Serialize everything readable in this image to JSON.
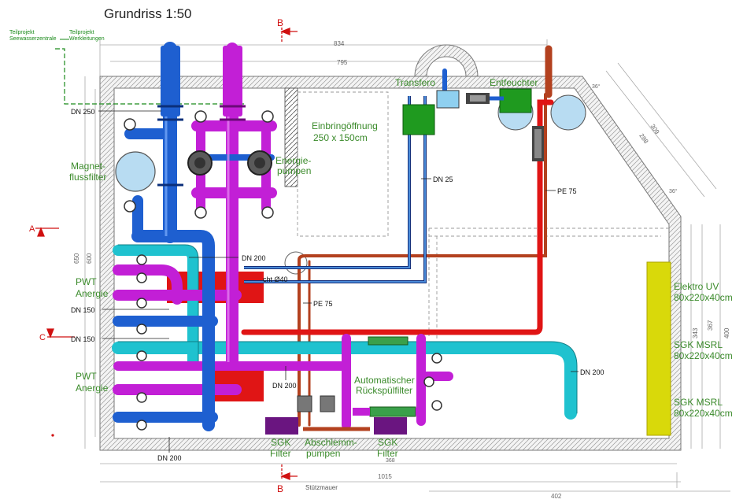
{
  "title": "Grundriss 1:50",
  "teilprojekt_left": [
    "Teilprojekt",
    "Seewasserzentrale"
  ],
  "teilprojekt_right": [
    "Teilprojekt",
    "Werkleitungen"
  ],
  "section_marks": {
    "b_top": "B",
    "b_bottom": "B",
    "a": "A",
    "c": "C"
  },
  "dimensions": {
    "d834": "834",
    "d795": "795",
    "d1015": "1015",
    "d402": "402",
    "d368": "368",
    "d650": "650",
    "d600": "600",
    "d309": "309",
    "d288": "288",
    "d367": "367",
    "d343": "343",
    "d400": "400",
    "ang_top": "36°",
    "ang_bot": "36°"
  },
  "pipe_labels": {
    "dn250": "DN 250",
    "dn200_a": "DN 200",
    "dn150_a": "DN 150",
    "dn150_b": "DN 150",
    "dn200_b": "DN 200",
    "dn200_c": "DN 200",
    "dn200_d": "DN 200",
    "dn25": "DN 25",
    "pe75_a": "PE 75",
    "pe75_b": "PE 75",
    "cht": "cht Ø40"
  },
  "components": {
    "magnet": [
      "Magnet-",
      "flussfilter"
    ],
    "energie": [
      "Energie-",
      "pumpen"
    ],
    "einbring": [
      "Einbringöffnung",
      "250 x 150cm"
    ],
    "transfero": "Transfero",
    "entfeuchter": "Entfeuchter",
    "pwt1": [
      "PWT",
      "Anergie"
    ],
    "pwt2": [
      "PWT",
      "Anergie"
    ],
    "rueck": [
      "Automatischer",
      "Rückspülfilter"
    ],
    "sgk1": [
      "SGK",
      "Filter"
    ],
    "abschlemm": [
      "Abschlemm-",
      "pumpen"
    ],
    "sgk2": [
      "SGK",
      "Filter"
    ],
    "elektro": [
      "Elektro UV",
      "80x220x40cm"
    ],
    "msrl1": [
      "SGK MSRL",
      "80x220x40cm"
    ],
    "msrl2": [
      "SGK MSRL",
      "80x220x40cm"
    ],
    "stuetz": "Stützmauer"
  },
  "colors": {
    "blue": "#1e5fd0",
    "magenta": "#c21fd6",
    "cyan": "#1fc2cf",
    "rust": "#b3411f",
    "red": "#e01515",
    "navy": "#15307a",
    "green": "#2f8a1f",
    "label_green": "#3a8a2a",
    "yellow": "#d9d90a",
    "teal": "#137a3a"
  }
}
